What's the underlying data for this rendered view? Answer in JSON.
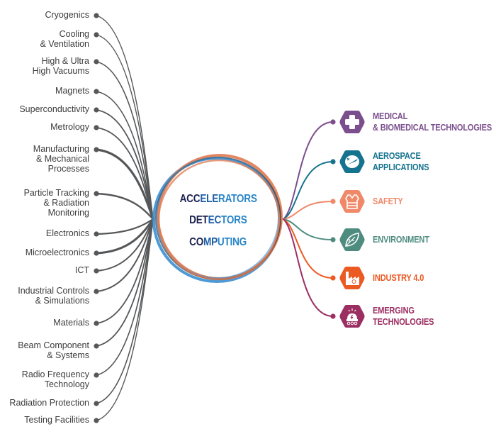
{
  "core": {
    "lines": [
      {
        "dark": "ACC",
        "mid": "ELE",
        "light": "RATORS"
      },
      {
        "dark": "DET",
        "mid": "EC",
        "light": "TORS"
      },
      {
        "dark": "CO",
        "mid": "MP",
        "light": "UTING"
      }
    ],
    "ring_colors": [
      "#3b8fd1",
      "#e07a50",
      "#3a3a3a"
    ]
  },
  "technologies": [
    {
      "label": "Cryogenics"
    },
    {
      "label": "Cooling\n& Ventilation"
    },
    {
      "label": "High & Ultra\nHigh Vacuums"
    },
    {
      "label": "Magnets"
    },
    {
      "label": "Superconductivity"
    },
    {
      "label": "Metrology"
    },
    {
      "label": "Manufacturing\n& Mechanical\nProcesses"
    },
    {
      "label": "Particle Tracking\n& Radiation\nMonitoring"
    },
    {
      "label": "Electronics"
    },
    {
      "label": "Microelectronics"
    },
    {
      "label": "ICT"
    },
    {
      "label": "Industrial Controls\n& Simulations"
    },
    {
      "label": "Materials"
    },
    {
      "label": "Beam Component\n& Systems"
    },
    {
      "label": "Radio Frequency\nTechnology"
    },
    {
      "label": "Radiation Protection"
    },
    {
      "label": "Testing Facilities"
    }
  ],
  "link_color": "#555759",
  "applications": [
    {
      "label": "MEDICAL\n& BIOMEDICAL TECHNOLOGIES",
      "color": "#7b4f8e",
      "icon": "medical-cross-icon"
    },
    {
      "label": "AEROSPACE\nAPPLICATIONS",
      "color": "#16738f",
      "icon": "airplane-globe-icon"
    },
    {
      "label": "SAFETY",
      "color": "#f0896a",
      "icon": "safety-vest-icon"
    },
    {
      "label": "ENVIRONMENT",
      "color": "#4f8c80",
      "icon": "leaf-icon"
    },
    {
      "label": "INDUSTRY 4.0",
      "color": "#ec5a24",
      "icon": "factory-icon"
    },
    {
      "label": "EMERGING\nTECHNOLOGIES",
      "color": "#9c2f62",
      "icon": "innovation-robot-icon"
    }
  ]
}
